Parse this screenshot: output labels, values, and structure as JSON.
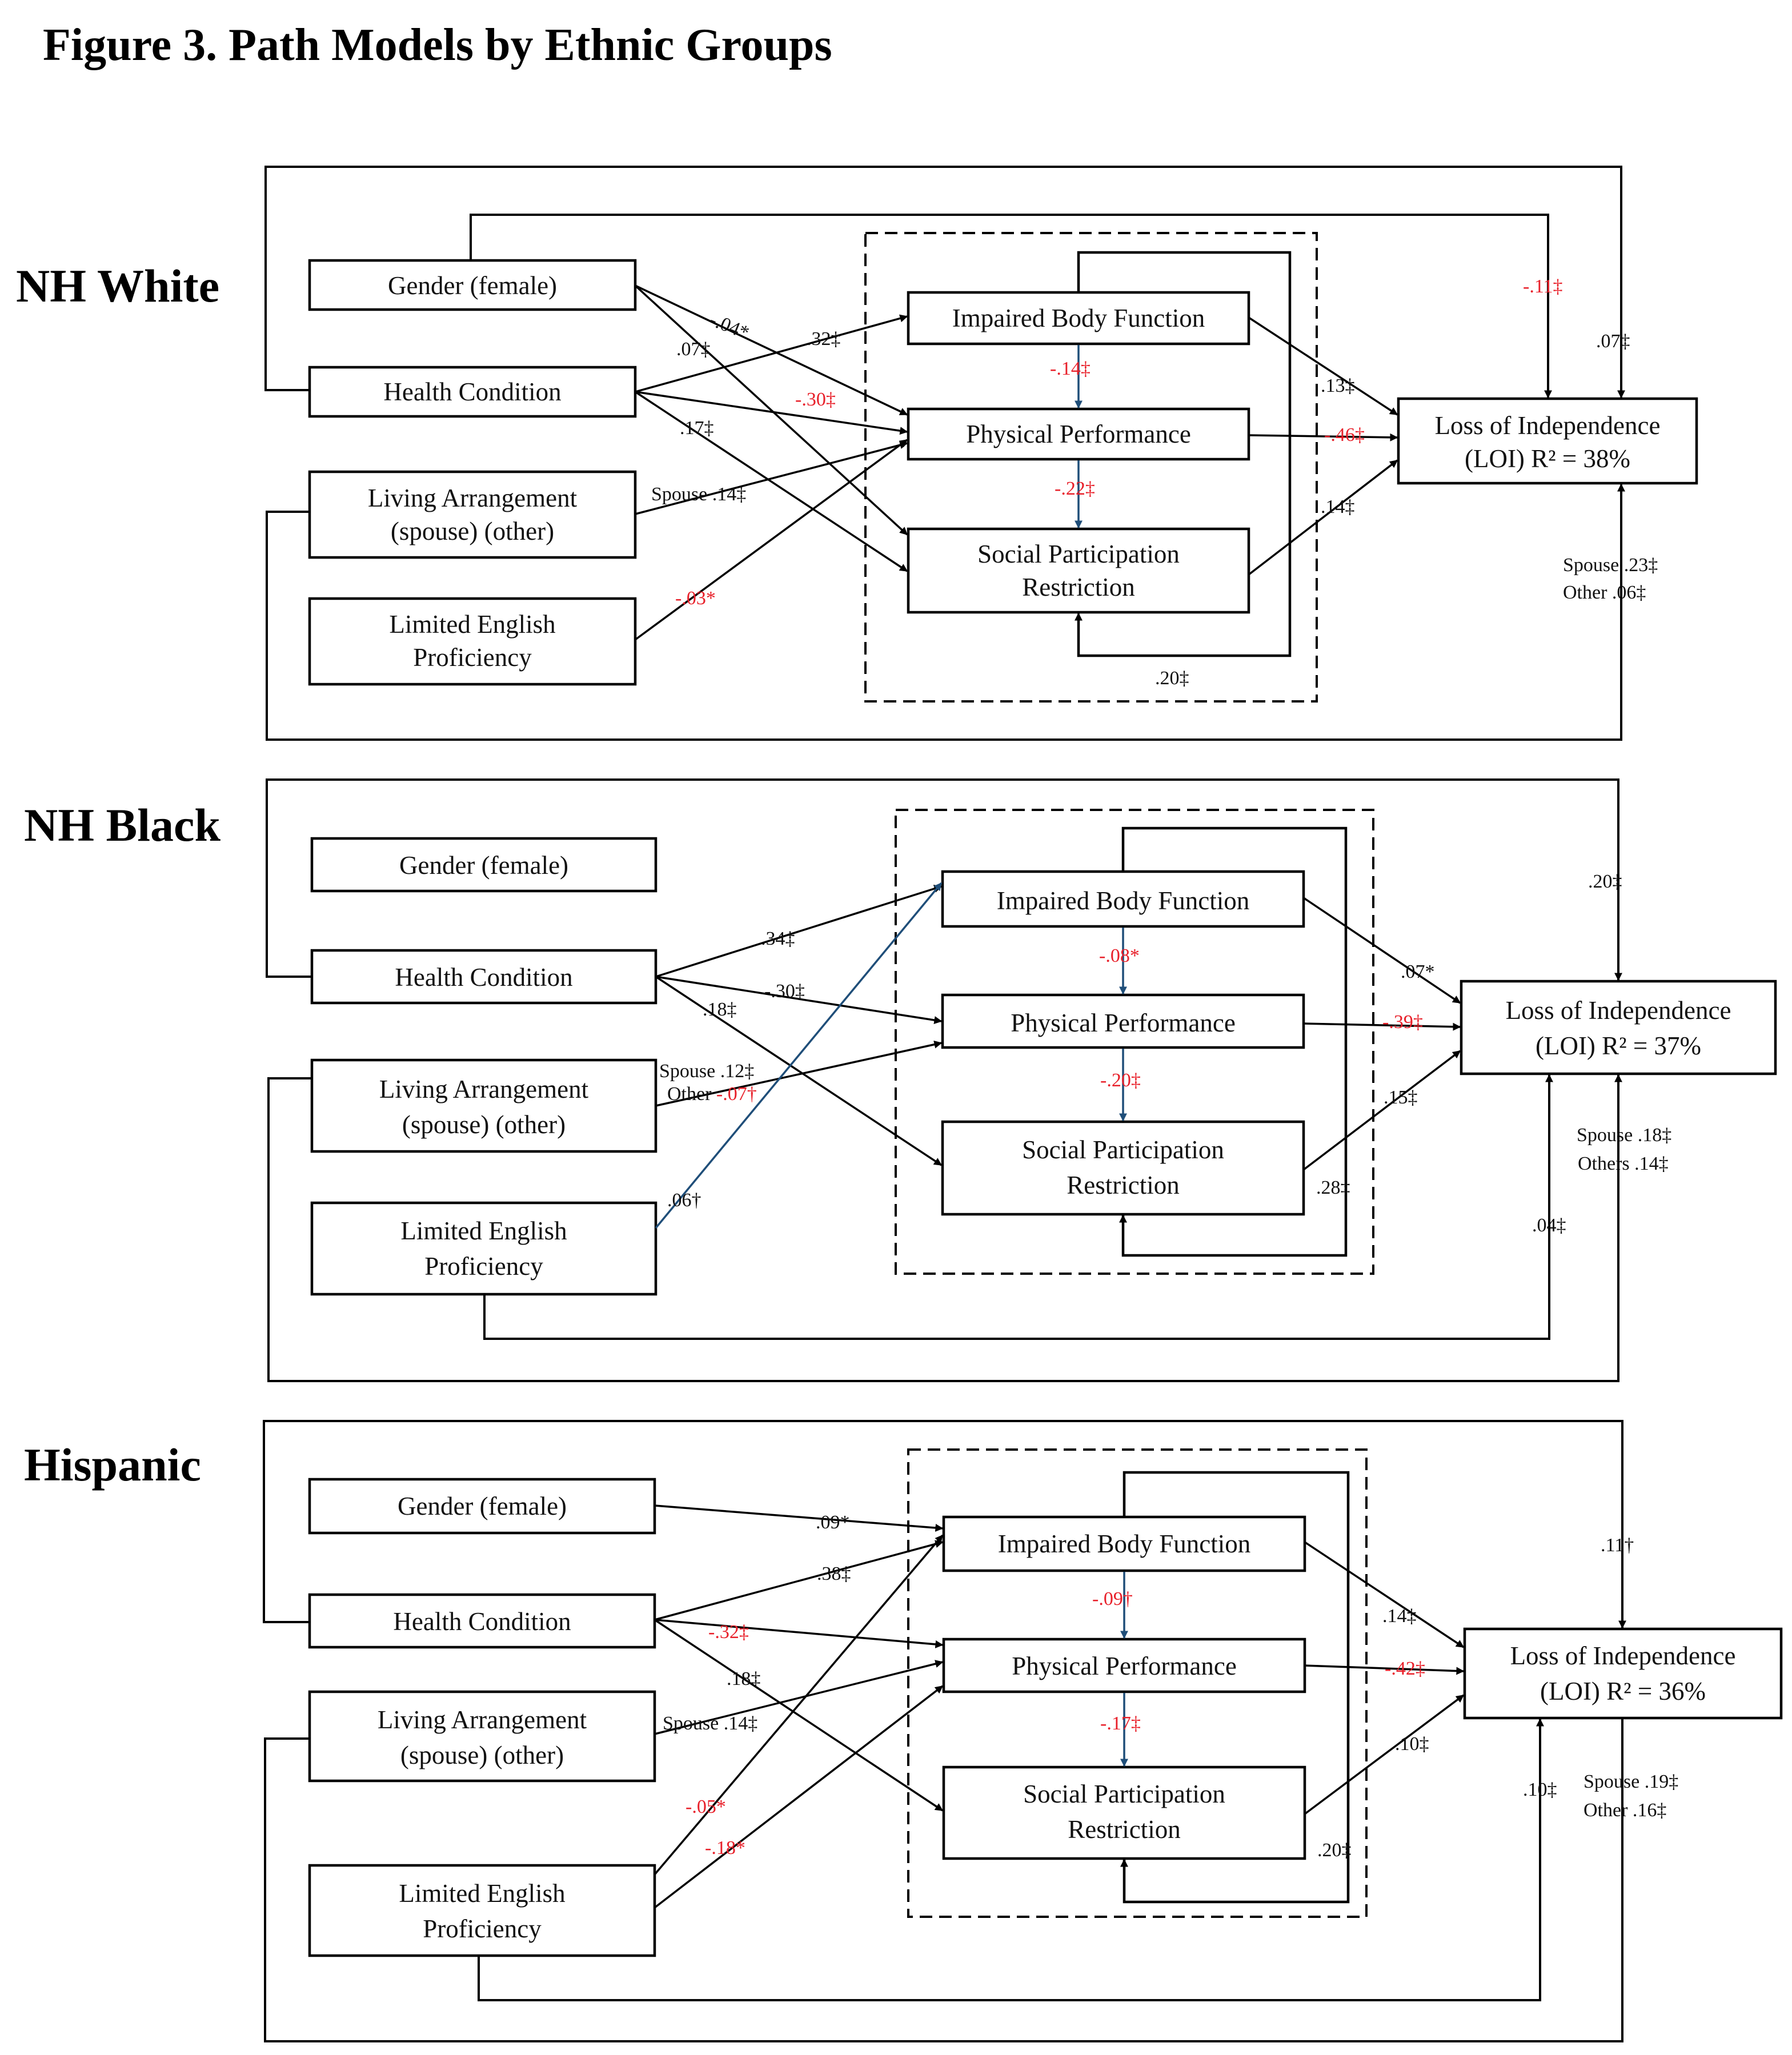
{
  "figure_title": "Figure 3. Path Models by Ethnic Groups",
  "colors": {
    "negative_coef": "#e8202a",
    "mediator_arrow": "#1f4e79",
    "line": "#000000"
  },
  "boxes": {
    "gender": "Gender (female)",
    "health": "Health Condition",
    "living_1": "Living Arrangement",
    "living_2": "(spouse) (other)",
    "lep_1": "Limited English",
    "lep_2": "Proficiency",
    "ibf": "Impaired Body Function",
    "pp": "Physical Performance",
    "spr_1": "Social Participation",
    "spr_2": "Restriction",
    "loi_1": "Loss of Independence"
  },
  "panels": [
    {
      "group": "NH White",
      "r2_label": "(LOI) R² = 38%",
      "coefs": {
        "gender_ibf": ".07‡",
        "gender_spr": "-.04*",
        "health_ibf": ".32‡",
        "health_pp": "-.30‡",
        "health_spr": ".17‡",
        "living_pp": "Spouse .14‡",
        "lep_pp": "-.03*",
        "ibf_pp": "-.14‡",
        "pp_spr": "-.22‡",
        "ibf_loi": ".13‡",
        "pp_loi": "-.46‡",
        "spr_loi": ".14‡",
        "spr_loop": ".20‡",
        "gender_loi": "-.11‡",
        "health_loi": ".07‡",
        "living_loi_1": "Spouse .23‡",
        "living_loi_2": "Other .06‡"
      }
    },
    {
      "group": "NH Black",
      "r2_label": "(LOI) R² = 37%",
      "coefs": {
        "health_ibf": ".34‡",
        "health_pp": "-.30‡",
        "health_spr": ".18‡",
        "living_pp_1": "Spouse .12‡",
        "living_pp_2a": "Other ",
        "living_pp_2b": "-.07†",
        "lep_ibf": ".06†",
        "ibf_pp": "-.08*",
        "pp_spr": "-.20‡",
        "ibf_loi": ".07*",
        "pp_loi": "-.39‡",
        "spr_loi": ".15‡",
        "spr_loop": ".28‡",
        "health_loi": ".20‡",
        "living_loi_1": "Spouse .18‡",
        "living_loi_2": "Others .14‡",
        "lep_loi": ".04‡"
      }
    },
    {
      "group": "Hispanic",
      "r2_label": "(LOI)  R² = 36%",
      "coefs": {
        "gender_ibf": ".09*",
        "health_ibf": ".38‡",
        "health_pp": "-.32‡",
        "health_spr": ".18‡",
        "living_pp": "Spouse .14‡",
        "lep_ibf": "-.05*",
        "lep_pp": "-.18*",
        "ibf_pp": "-.09†",
        "pp_spr": "-.17‡",
        "ibf_loi": ".14‡",
        "pp_loi": "-.42‡",
        "spr_loi": ".10‡",
        "spr_loop": ".20‡",
        "health_loi": ".11†",
        "living_loi_1": "Spouse .19‡",
        "living_loi_2": "Other .16‡",
        "lep_loi": ".10‡"
      }
    }
  ]
}
